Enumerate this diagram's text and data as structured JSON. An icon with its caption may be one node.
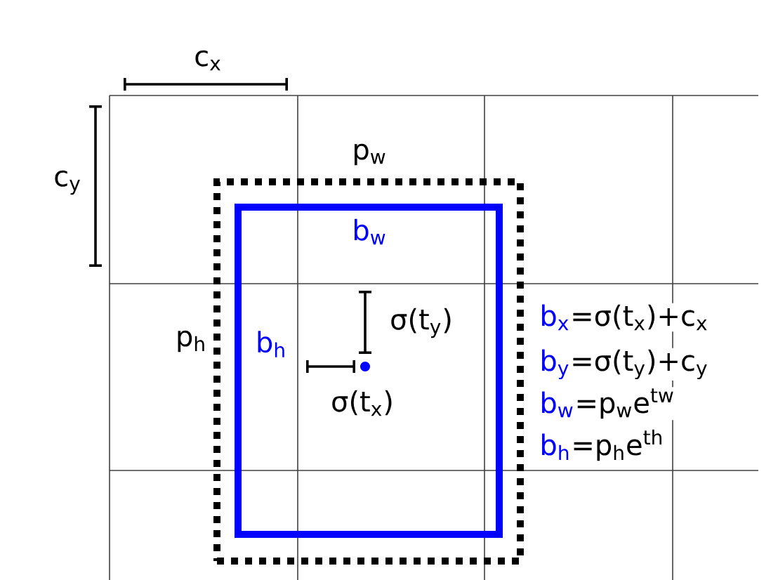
{
  "diagram": {
    "nodes": [
      {
        "text": [
          "p$_{w}$",
          "p$_{h}$"
        ]
      },
      {
        "text": [
          "b$_{w}$",
          "b$_{h}$"
        ],
        "in": 0
      }
    ],
    "edges": [],
    "labels": [
      "c$_{x}$",
      "c$_{y}$",
      "σ(t$_{y}$)",
      "σ(t$_{x}$)",
      "b$_{x}$",
      "=σ(t$_{x}$)+c$_{x}$",
      "b$_{y}$",
      "=σ(t$_{y}$)+c$_{y}$",
      "b$_{w}$",
      "=p$_{w}$e$^{tw}$",
      "b$_{h}$",
      "=p$_{h}$e$^{th}$"
    ]
  }
}
